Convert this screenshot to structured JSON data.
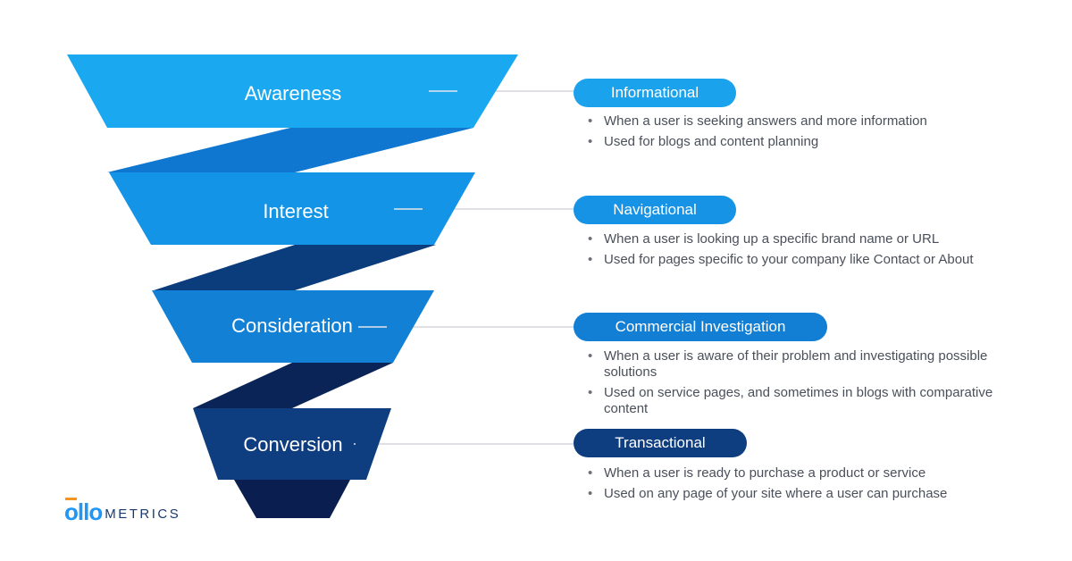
{
  "stages": [
    {
      "label": "Awareness",
      "color": "#1aa9f0"
    },
    {
      "label": "Interest",
      "color": "#1494e6"
    },
    {
      "label": "Consideration",
      "color": "#1280d4"
    },
    {
      "label": "Conversion",
      "color": "#0e3e80"
    }
  ],
  "connector_colors": [
    "#0f77cf",
    "#0b3c7c",
    "#0b2458"
  ],
  "tip_color": "#0a1e4f",
  "intents": [
    {
      "title": "Informational",
      "color": "#1aa3ec",
      "bullets": [
        "When a user is seeking answers and more information",
        "Used for blogs and content planning"
      ]
    },
    {
      "title": "Navigational",
      "color": "#1693e5",
      "bullets": [
        "When a user is looking up a specific brand name or URL",
        "Used for pages specific to your company like Contact or About"
      ]
    },
    {
      "title": "Commercial Investigation",
      "color": "#127fd4",
      "bullets": [
        "When a user is aware of their problem and investigating possible solutions",
        "Used on service pages, and sometimes in blogs with comparative content"
      ]
    },
    {
      "title": "Transactional",
      "color": "#0e3e80",
      "bullets": [
        "When a user is ready to purchase a product or service",
        "Used on any page of your site where a user can purchase"
      ]
    }
  ],
  "logo": {
    "mark": "ollo",
    "word": "METRICS"
  }
}
